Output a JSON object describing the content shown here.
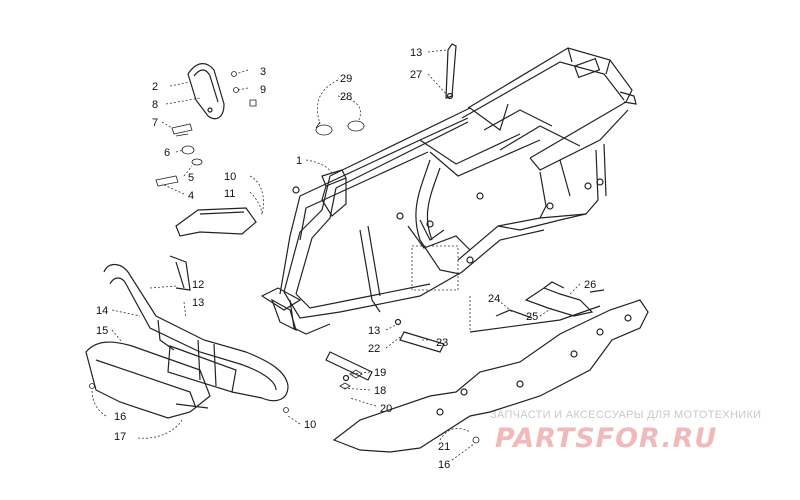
{
  "watermark": {
    "text": "ЗАПЧАСТИ И АКСЕССУАРЫ ДЛЯ МОТОТЕХНИКИ",
    "logo": "PARTSFOR.RU"
  },
  "callouts": [
    {
      "id": "c-1",
      "label": "1"
    },
    {
      "id": "c-2",
      "label": "2"
    },
    {
      "id": "c-3",
      "label": "3"
    },
    {
      "id": "c-8",
      "label": "8"
    },
    {
      "id": "c-9",
      "label": "9"
    },
    {
      "id": "c-7",
      "label": "7"
    },
    {
      "id": "c-6",
      "label": "6"
    },
    {
      "id": "c-5",
      "label": "5"
    },
    {
      "id": "c-4",
      "label": "4"
    },
    {
      "id": "c-10a",
      "label": "10"
    },
    {
      "id": "c-11",
      "label": "11"
    },
    {
      "id": "c-12",
      "label": "12"
    },
    {
      "id": "c-13a",
      "label": "13"
    },
    {
      "id": "c-14",
      "label": "14"
    },
    {
      "id": "c-15",
      "label": "15"
    },
    {
      "id": "c-16a",
      "label": "16"
    },
    {
      "id": "c-17",
      "label": "17"
    },
    {
      "id": "c-10b",
      "label": "10"
    },
    {
      "id": "c-29",
      "label": "29"
    },
    {
      "id": "c-28",
      "label": "28"
    },
    {
      "id": "c-13b",
      "label": "13"
    },
    {
      "id": "c-27",
      "label": "27"
    },
    {
      "id": "c-13c",
      "label": "13"
    },
    {
      "id": "c-22",
      "label": "22"
    },
    {
      "id": "c-23",
      "label": "23"
    },
    {
      "id": "c-19",
      "label": "19"
    },
    {
      "id": "c-18",
      "label": "18"
    },
    {
      "id": "c-20",
      "label": "20"
    },
    {
      "id": "c-24",
      "label": "24"
    },
    {
      "id": "c-25",
      "label": "25"
    },
    {
      "id": "c-26",
      "label": "26"
    },
    {
      "id": "c-21",
      "label": "21"
    },
    {
      "id": "c-16b",
      "label": "16"
    }
  ]
}
